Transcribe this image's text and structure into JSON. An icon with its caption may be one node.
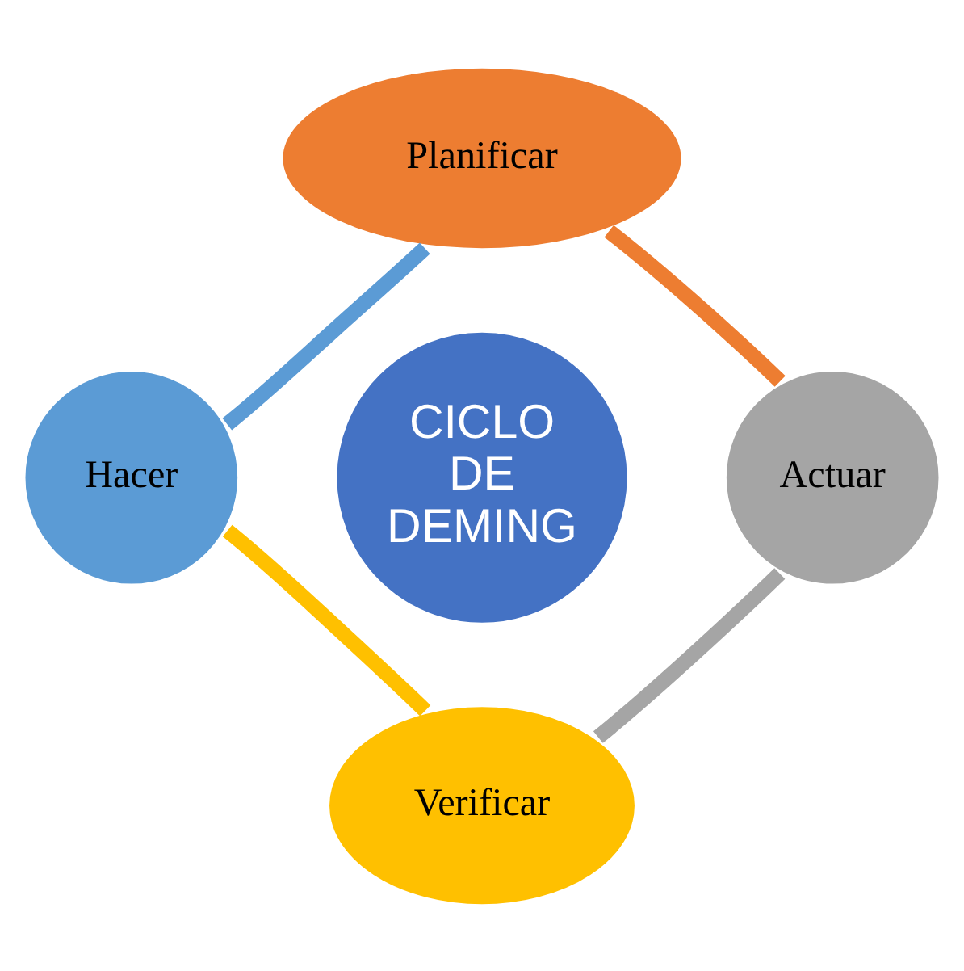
{
  "diagram": {
    "nodes": [
      {
        "text": [
          "CICLO DE DEMING"
        ]
      },
      {
        "text": [
          "Planificar"
        ]
      },
      {
        "text": [
          "Actuar"
        ]
      },
      {
        "text": [
          "Verificar"
        ]
      },
      {
        "text": [
          "Hacer"
        ]
      }
    ],
    "edges": [
      {
        "from": 1,
        "to": 2,
        "arrow": "none",
        "color": "#ed7d31"
      },
      {
        "from": 2,
        "to": 3,
        "arrow": "none",
        "color": "#a5a5a5"
      },
      {
        "from": 3,
        "to": 4,
        "arrow": "none",
        "color": "#ffc000"
      },
      {
        "from": 4,
        "to": 1,
        "arrow": "none",
        "color": "#5b9bd5"
      }
    ]
  }
}
